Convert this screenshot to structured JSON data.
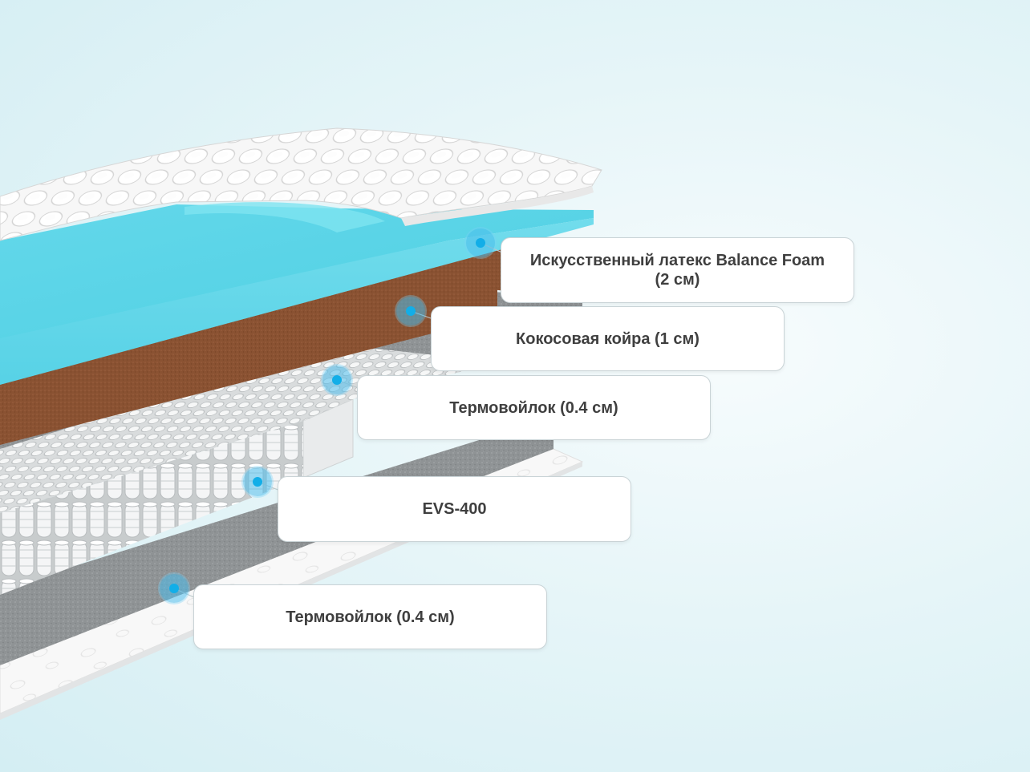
{
  "layers": [
    {
      "label": "Искусственный латекс Balance Foam (2 см)"
    },
    {
      "label": "Кокосовая койра (1 см)"
    },
    {
      "label": "Термовойлок (0.4 см)"
    },
    {
      "label": "EVS-400"
    },
    {
      "label": "Термовойлок (0.4 см)"
    }
  ],
  "colors": {
    "latex": "#5fd6e8",
    "coir": "#8a5030",
    "felt": "#8e9294",
    "springs": "#eceff0",
    "cover": "#f6f6f6",
    "marker": "#12aee8"
  }
}
